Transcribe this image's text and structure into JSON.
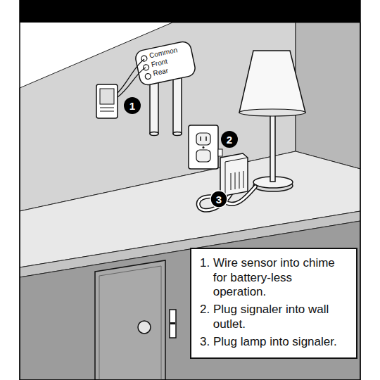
{
  "diagram": {
    "nodes": [
      {
        "text": [
          "1. Wire sensor into chime for battery-less operation.",
          "2. Plug signaler into wall outlet.",
          "3. Plug lamp into signaler."
        ]
      }
    ],
    "labels": [
      "Common",
      "Front",
      "Rear",
      "1",
      "2",
      "3"
    ]
  }
}
